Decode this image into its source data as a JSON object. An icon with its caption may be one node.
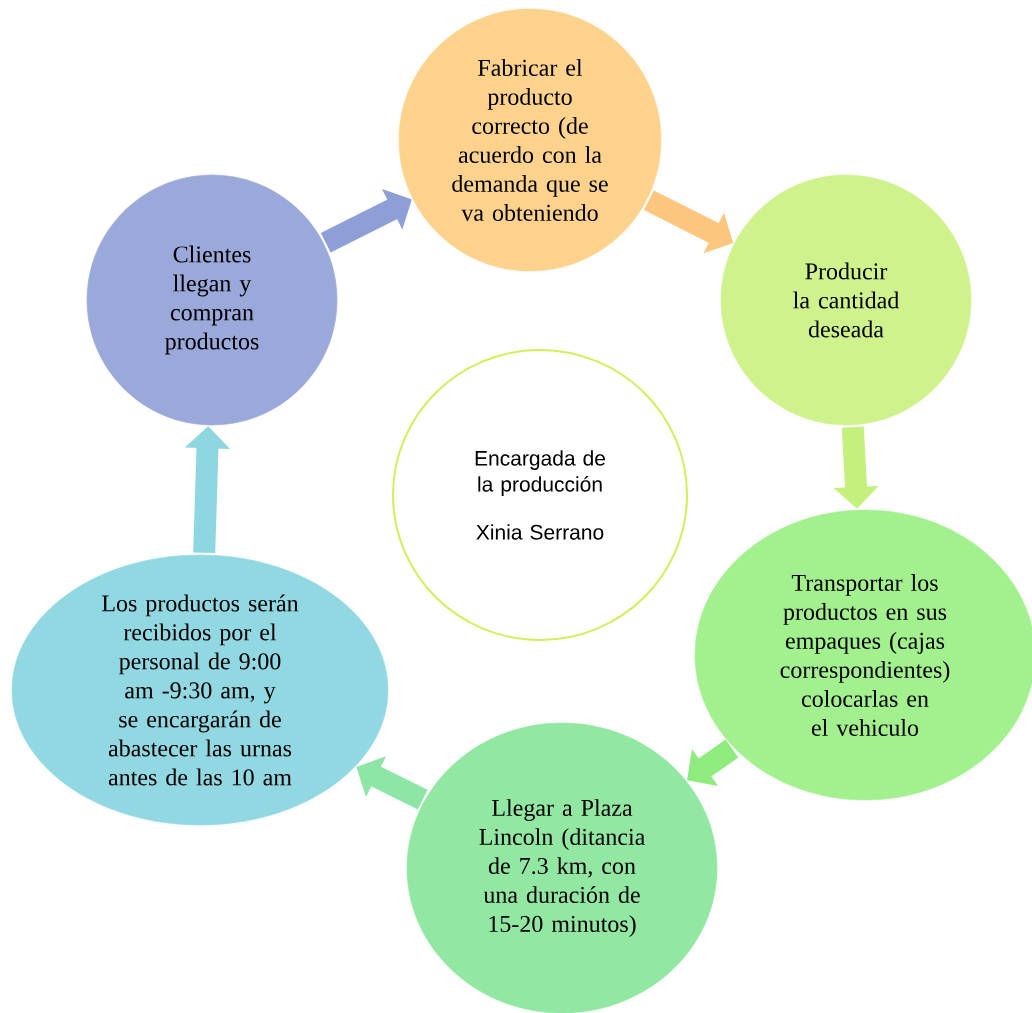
{
  "diagram": {
    "nodes": [
      {
        "text": [
          "Encargada de la producción",
          "Xinia Serrano"
        ]
      },
      {
        "text": [
          "Fabricar el producto correcto (de acuerdo con la demanda que se va obteniendo"
        ]
      },
      {
        "text": [
          "Producir la cantidad deseada"
        ]
      },
      {
        "text": [
          "Transportar los productos en sus empaques (cajas correspondientes) colocarlas en el vehiculo"
        ]
      },
      {
        "text": [
          "Llegar a Plaza Lincoln (ditancia de 7.3 km, con una duración de 15-20 minutos)"
        ]
      },
      {
        "text": [
          "Los productos serán recibidos por el personal de 9:00 am -9:30 am, y se encargarán de abastecer las urnas antes de las 10 am"
        ]
      },
      {
        "text": [
          "Clientes llegan y compran productos"
        ]
      }
    ],
    "edges": [
      {
        "from": 1,
        "to": 2,
        "arrow": "to",
        "color": "#fdc67e"
      },
      {
        "from": 2,
        "to": 3,
        "arrow": "to",
        "color": "#c6f07e"
      },
      {
        "from": 3,
        "to": 4,
        "arrow": "to",
        "color": "#8eec7e"
      },
      {
        "from": 4,
        "to": 5,
        "arrow": "to",
        "color": "#8ee6a6"
      },
      {
        "from": 5,
        "to": 6,
        "arrow": "to",
        "color": "#8ed6e0"
      },
      {
        "from": 6,
        "to": 1,
        "arrow": "to",
        "color": "#8e9ed6"
      }
    ]
  }
}
